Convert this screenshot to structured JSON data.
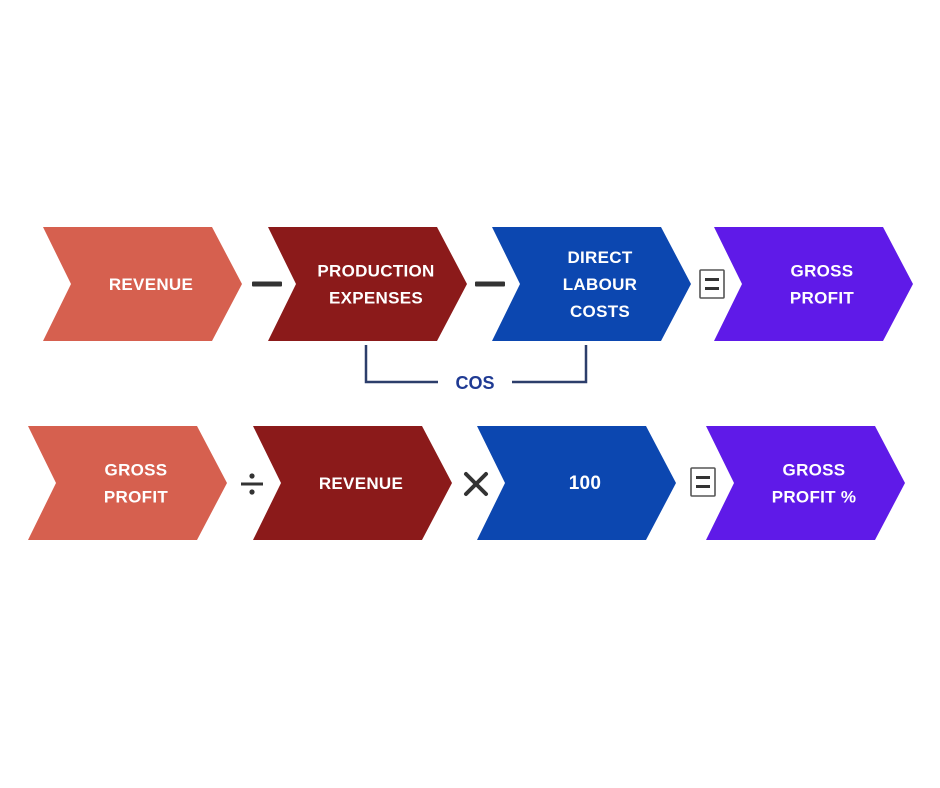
{
  "colors": {
    "salmon": "#d6604f",
    "maroon": "#8b1a1a",
    "blue": "#0c47b0",
    "purple": "#5f1ae8",
    "operator": "#333333",
    "bracket": "#2c3e6b",
    "cos_text": "#1f3a93"
  },
  "row1": {
    "boxes": [
      {
        "lines": [
          "REVENUE"
        ],
        "color": "salmon"
      },
      {
        "lines": [
          "PRODUCTION",
          "EXPENSES"
        ],
        "color": "maroon"
      },
      {
        "lines": [
          "DIRECT",
          "LABOUR",
          "COSTS"
        ],
        "color": "blue"
      },
      {
        "lines": [
          "GROSS",
          "PROFIT"
        ],
        "color": "purple"
      }
    ],
    "operators": [
      "minus-icon",
      "minus-icon",
      "equals-icon"
    ]
  },
  "row2": {
    "boxes": [
      {
        "lines": [
          "GROSS",
          "PROFIT"
        ],
        "color": "salmon"
      },
      {
        "lines": [
          "REVENUE"
        ],
        "color": "maroon"
      },
      {
        "lines": [
          "100"
        ],
        "color": "blue"
      },
      {
        "lines": [
          "GROSS",
          "PROFIT %"
        ],
        "color": "purple"
      }
    ],
    "operators": [
      "divide-icon",
      "multiply-icon",
      "equals-icon"
    ]
  },
  "bracket": {
    "label": "COS"
  }
}
